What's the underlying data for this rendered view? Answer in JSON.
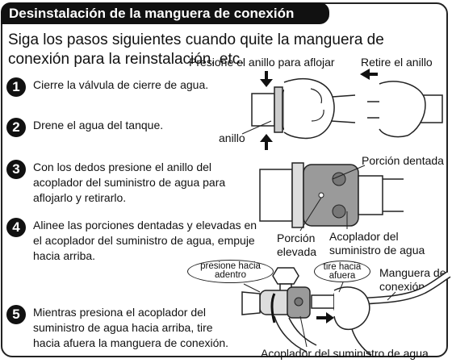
{
  "header": {
    "title": "Desinstalación de la manguera de conexión"
  },
  "intro": "Siga los pasos siguientes cuando quite la manguera de conexión para la reinstalación, etc.",
  "steps": [
    {
      "number": "1",
      "text": "Cierre la válvula de cierre de agua."
    },
    {
      "number": "2",
      "text": "Drene el agua del tanque."
    },
    {
      "number": "3",
      "text": "Con los dedos presione el anillo del acoplador del suministro de agua para aflojarlo y retirarlo."
    },
    {
      "number": "4",
      "text": "Alinee las porciones dentadas y elevadas en el acoplador del suministro de agua, empuje hacia arriba."
    },
    {
      "number": "5",
      "text": "Mientras presiona el acoplador del suministro de agua hacia arriba, tire hacia afuera la manguera de conexión."
    }
  ],
  "labels": {
    "press_ring": "Presione el anillo para aflojar",
    "remove_ring": "Retire el anillo",
    "ring": "anillo",
    "toothed_portion": "Porción dentada",
    "raised_portion_1": "Porción",
    "raised_portion_2": "elevada",
    "coupler_1": "Acoplador del",
    "coupler_2": "suministro de agua",
    "push_in_1": "presione hacia",
    "push_in_2": "adentro",
    "pull_out_1": "tire hacia",
    "pull_out_2": "afuera",
    "hose_1": "Manguera de",
    "hose_2": "conexión",
    "supply_coupler": "Acoplador del suministro de agua"
  }
}
